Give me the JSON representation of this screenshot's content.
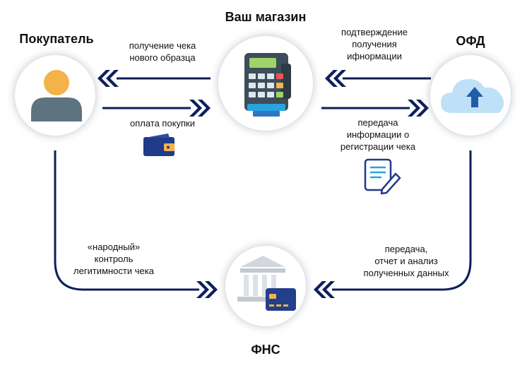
{
  "nodes": {
    "buyer": {
      "title": "Покупатель",
      "icon": "person-icon"
    },
    "store": {
      "title": "Ваш магазин",
      "icon": "cash-register-icon"
    },
    "ofd": {
      "title": "ОФД",
      "icon": "cloud-upload-icon"
    },
    "fns": {
      "title": "ФНС",
      "icon": "bank-building-icon"
    }
  },
  "flows": {
    "receipt": "получение чека\nнового образца",
    "payment": "оплата покупки",
    "confirm": "подтверждение\nполучения\nифнормации",
    "transfer": "передача\nинформации о\nрегистрации чека",
    "control": "«народный»\nконтроль\nлегитимности чека",
    "analysis": "передача,\nотчет и анализ\nполученных данных"
  },
  "icons": [
    "wallet-icon",
    "document-edit-icon",
    "double-chevron-icon"
  ],
  "colors": {
    "arrow": "#0d1f5c",
    "person_head": "#f4b24a",
    "person_body": "#5d7380",
    "register_body": "#3d4d59",
    "register_screen": "#9fd36a",
    "cloud": "#bfe1f7",
    "bank": "#d2d7dd",
    "card": "#22408a",
    "wallet": "#1f3b8a"
  }
}
